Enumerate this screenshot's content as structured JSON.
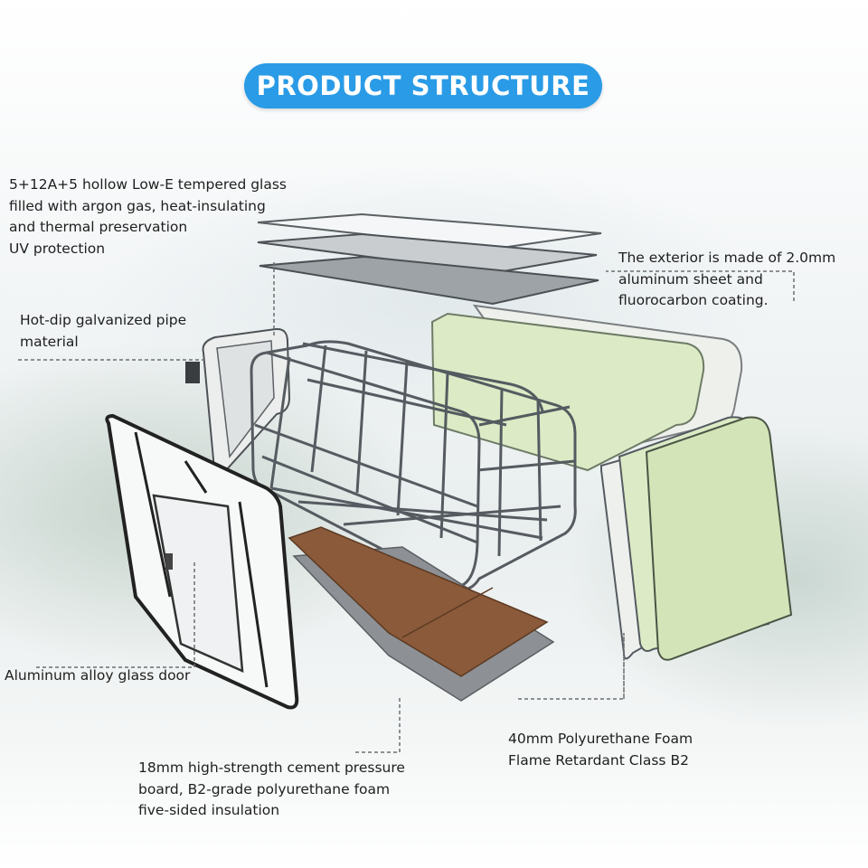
{
  "title": "PRODUCT STRUCTURE",
  "labels": {
    "glass": {
      "lines": [
        "5+12A+5 hollow Low-E tempered glass",
        "filled with argon gas, heat-insulating",
        "and thermal preservation",
        "UV protection"
      ]
    },
    "exterior": {
      "lines": [
        "The exterior is made of 2.0mm",
        "aluminum sheet and",
        "fluorocarbon coating."
      ]
    },
    "frame": {
      "lines": [
        "Hot-dip galvanized pipe",
        "material"
      ]
    },
    "door": {
      "lines": [
        "Aluminum alloy glass door"
      ]
    },
    "foam": {
      "lines": [
        "40mm Polyurethane Foam",
        "Flame Retardant Class B2"
      ]
    },
    "floor": {
      "lines": [
        "18mm high-strength cement pressure",
        "board, B2-grade polyurethane foam",
        "five-sided insulation"
      ]
    }
  },
  "colors": {
    "title_pill": "#2a9be6",
    "panel_green": "#dcebc6",
    "board_brown": "#8a5a3a",
    "frame_gray": "#555b60"
  }
}
